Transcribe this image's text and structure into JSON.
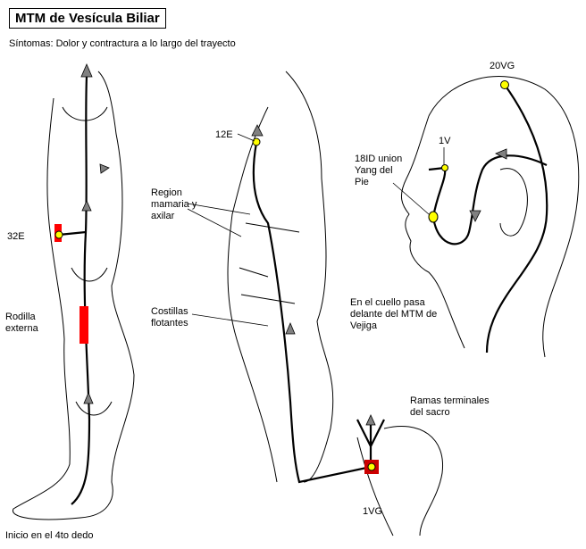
{
  "title": "MTM de Vesícula Biliar",
  "symptoms": "Síntomas: Dolor y contractura a lo largo del trayecto",
  "labels": {
    "p20vg": "20VG",
    "p12e": "12E",
    "p1v": "1V",
    "p18id": "18ID union\nYang del\nPie",
    "region": "Region\nmamaria y\naxilar",
    "p32e": "32E",
    "rodilla": "Rodilla\nexterna",
    "costillas": "Costillas\nflotantes",
    "cuello": "En el cuello pasa\ndelante del MTM de\nVejiga",
    "ramas": "Ramas terminales\ndel sacro",
    "p1vg": "1VG",
    "inicio": "Inicio en el 4to dedo"
  },
  "colors": {
    "point": "#ffff00",
    "marker": "#ff0000",
    "arrow": "#808080"
  }
}
